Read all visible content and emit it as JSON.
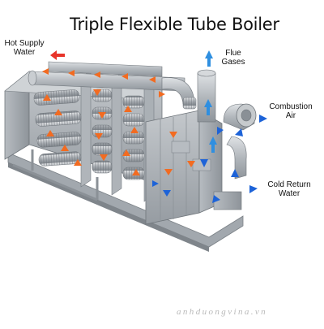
{
  "title": "Triple Flexible Tube Boiler",
  "callouts": {
    "hot_supply_water": {
      "line1": "Hot Supply",
      "line2": "Water"
    },
    "flue_gases": {
      "line1": "Flue",
      "line2": "Gases"
    },
    "combustion_air": {
      "line1": "Combustion",
      "line2": "Air"
    },
    "cold_return_water": {
      "line1": "Cold Return",
      "line2": "Water"
    }
  },
  "watermark": "anhduongvina.vn",
  "colors": {
    "hot_flow_arrow": "#f26b21",
    "hot_supply_arrow": "#e8342a",
    "cold_flow_arrow": "#1d63d8",
    "flue_arrow": "#2f8fe0",
    "boiler_body": "#a9aeb3",
    "boiler_shadow": "#7f858b",
    "skid_frame": "#9aa0a6"
  },
  "icons": {
    "flow_arrow": "arrow-icon",
    "flexible_tube": "coil-tube-icon",
    "burner": "burner-fan-icon"
  }
}
